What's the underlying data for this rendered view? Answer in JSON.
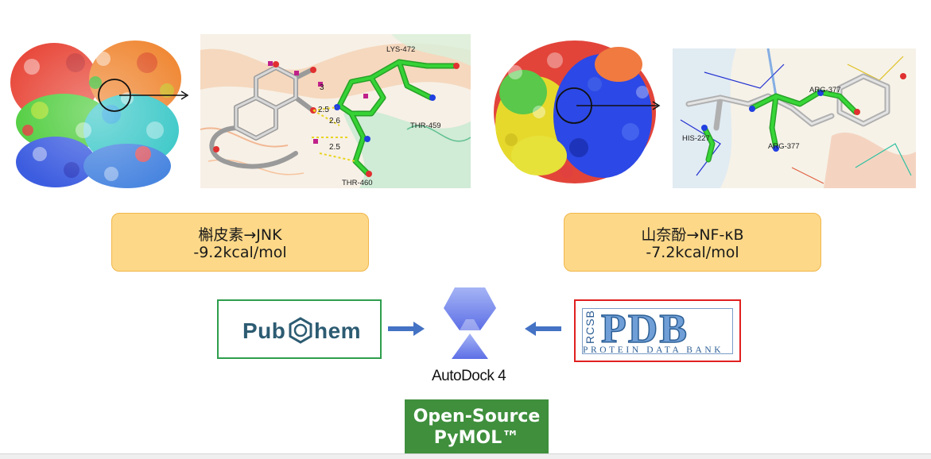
{
  "results": [
    {
      "line1": "槲皮素→JNK",
      "line2": "-9.2kcal/mol"
    },
    {
      "line1": "山奈酚→NF-κB",
      "line2": "-7.2kcal/mol"
    }
  ],
  "left_detail": {
    "residues": [
      "LYS-472",
      "THR-459",
      "THR-460"
    ],
    "distances": [
      "3",
      "2.5",
      "2.6",
      "2.5"
    ]
  },
  "right_detail": {
    "residues": [
      "ARG-377",
      "HIS-227",
      "ARG-377"
    ]
  },
  "tools": {
    "pubchem": {
      "text_prefix": "Pub",
      "text_suffix": "hem",
      "border_color": "#2e9e4e"
    },
    "pdb": {
      "rcsb": "RCSB",
      "title": "PDB",
      "subtitle": "PROTEIN DATA BANK",
      "border_color": "#e02020"
    },
    "autodock": {
      "label": "AutoDock 4"
    },
    "pymol": {
      "line1": "Open-Source",
      "line2": "PyMOL™"
    }
  },
  "colors": {
    "result_fill": "#fdd888",
    "arrow_blue": "#4472c4",
    "ligand_green": "#32c832"
  }
}
